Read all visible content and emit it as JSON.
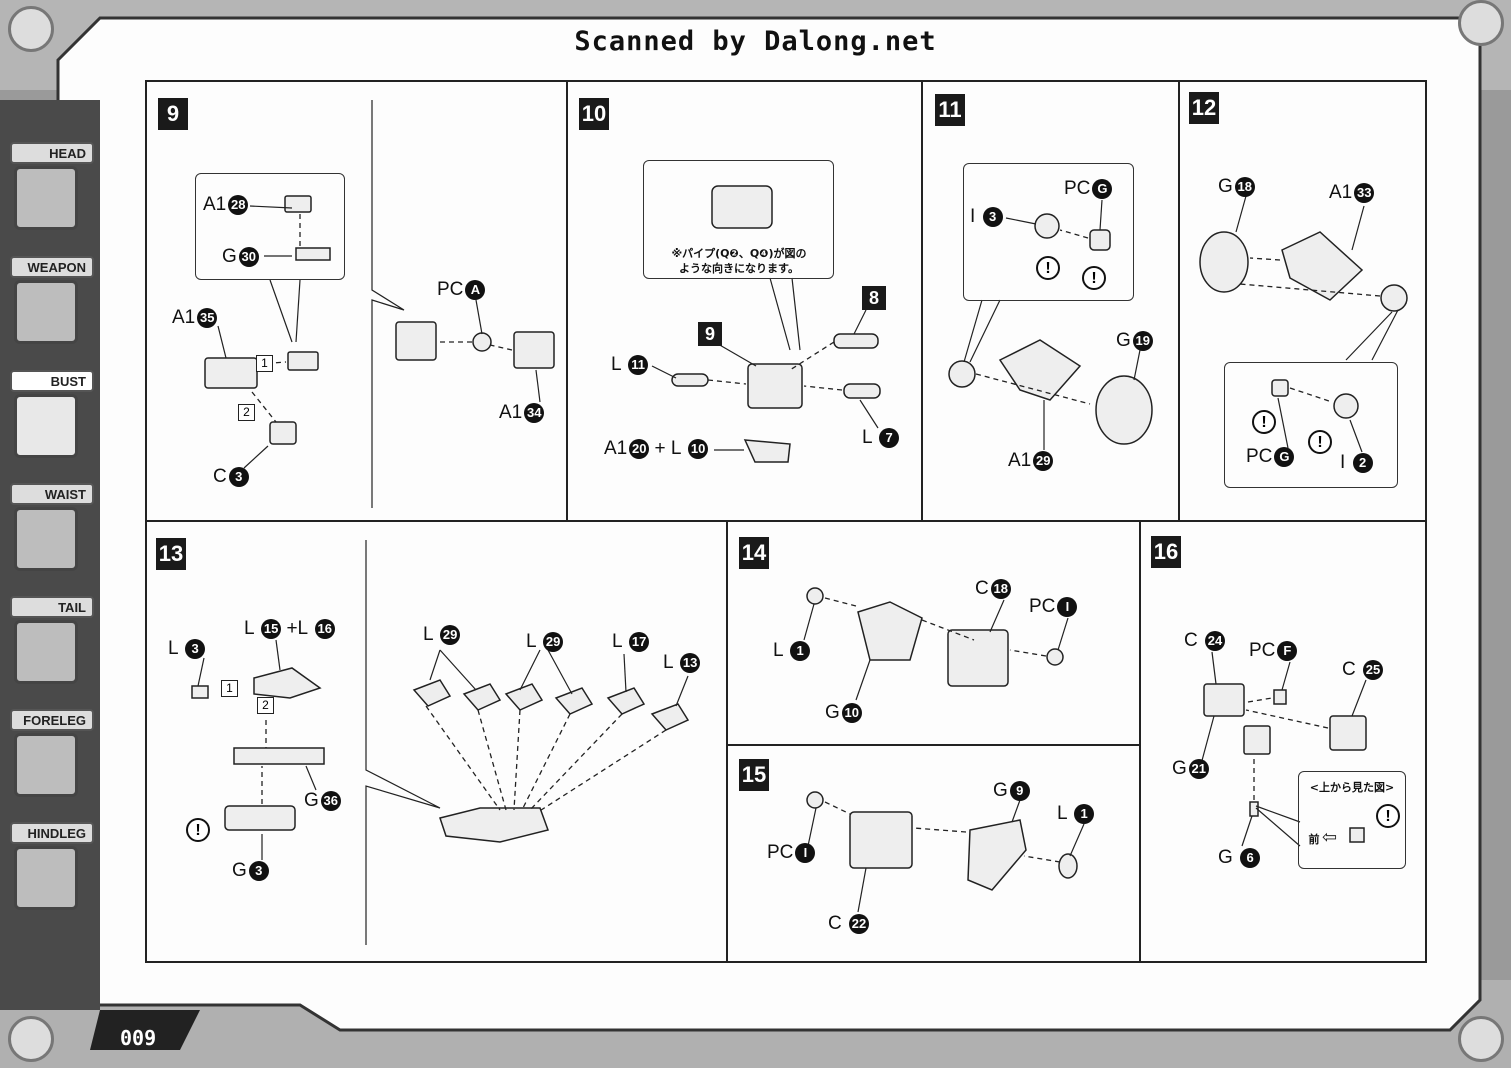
{
  "header": {
    "scanned_text": "Scanned by Dalong.net"
  },
  "page_number": "009",
  "sidebar": {
    "items": [
      {
        "label": "HEAD",
        "active": false
      },
      {
        "label": "WEAPON",
        "active": false
      },
      {
        "label": "BUST",
        "active": true
      },
      {
        "label": "WAIST",
        "active": false
      },
      {
        "label": "TAIL",
        "active": false
      },
      {
        "label": "FORELEG",
        "active": false
      },
      {
        "label": "HINDLEG",
        "active": false
      }
    ]
  },
  "steps": {
    "s9": {
      "number": "9",
      "parts": {
        "a1_28": [
          "A1",
          "28"
        ],
        "g30": [
          "G",
          "30"
        ],
        "a1_35": [
          "A1",
          "35"
        ],
        "c3": [
          "C",
          "3"
        ],
        "pca": [
          "PC",
          "A"
        ],
        "a1_34": [
          "A1",
          "34"
        ]
      },
      "seq": [
        "1",
        "2"
      ]
    },
    "s10": {
      "number": "10",
      "note_line1": "※パイプ(Q❷、Q❹)が図の",
      "note_line2": "ような向きになります。",
      "parts": {
        "l11": [
          "L",
          "11"
        ],
        "a1_20": [
          "A1",
          "20"
        ],
        "plus": "+",
        "l10": [
          "L",
          "10"
        ],
        "l7": [
          "L",
          "7"
        ]
      },
      "sub": {
        "s8": "8",
        "s9": "9"
      }
    },
    "s11": {
      "number": "11",
      "parts": {
        "pcg": [
          "PC",
          "G"
        ],
        "i3": [
          "I",
          "3"
        ],
        "g19": [
          "G",
          "19"
        ],
        "a1_29": [
          "A1",
          "29"
        ]
      },
      "warn": "!"
    },
    "s12": {
      "number": "12",
      "parts": {
        "g18": [
          "G",
          "18"
        ],
        "a1_33": [
          "A1",
          "33"
        ],
        "pcg": [
          "PC",
          "G"
        ],
        "i2": [
          "I",
          "2"
        ]
      },
      "warn": "!"
    },
    "s13": {
      "number": "13",
      "parts": {
        "l3": [
          "L",
          "3"
        ],
        "l15": [
          "L",
          "15"
        ],
        "plus": "+",
        "l16": [
          "L",
          "16"
        ],
        "g36": [
          "G",
          "36"
        ],
        "g3": [
          "G",
          "3"
        ],
        "l29a": [
          "L",
          "29"
        ],
        "l29b": [
          "L",
          "29"
        ],
        "l17": [
          "L",
          "17"
        ],
        "l13": [
          "L",
          "13"
        ]
      },
      "seq": [
        "1",
        "2"
      ],
      "warn": "!"
    },
    "s14": {
      "number": "14",
      "parts": {
        "l1": [
          "L",
          "1"
        ],
        "c18": [
          "C",
          "18"
        ],
        "pci": [
          "PC",
          "I"
        ],
        "g10": [
          "G",
          "10"
        ]
      }
    },
    "s15": {
      "number": "15",
      "parts": {
        "pci": [
          "PC",
          "I"
        ],
        "g9": [
          "G",
          "9"
        ],
        "l1": [
          "L",
          "1"
        ],
        "c22": [
          "C",
          "22"
        ]
      }
    },
    "s16": {
      "number": "16",
      "parts": {
        "c24": [
          "C",
          "24"
        ],
        "pcf": [
          "PC",
          "F"
        ],
        "c25": [
          "C",
          "25"
        ],
        "g21": [
          "G",
          "21"
        ],
        "g6": [
          "G",
          "6"
        ]
      },
      "inset_title": "<上から見た図>",
      "front_label": "前",
      "warn": "!"
    }
  }
}
